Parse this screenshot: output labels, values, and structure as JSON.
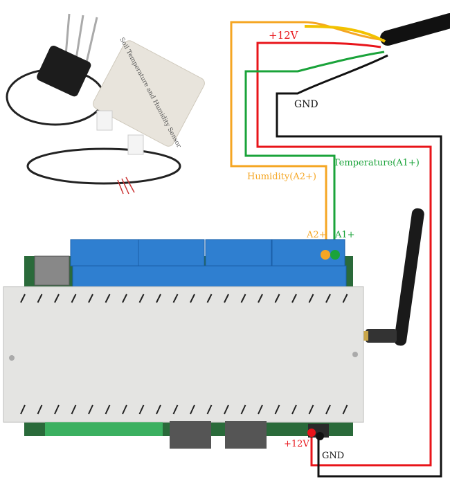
{
  "labels": {
    "plus12v_top": "+12V",
    "gnd_top": "GND",
    "temperature": "Temperature(A1+)",
    "humidity": "Humidity(A2+)",
    "a2": "A2+",
    "a1": "A1+",
    "plus12v_bottom": "+12V",
    "gnd_bottom": "GND"
  },
  "sensor_box_print": "Soil Temperature and Humidity Sensor",
  "colors": {
    "red": "#e8141a",
    "black": "#111111",
    "green": "#1aa33a",
    "orange": "#f5a623",
    "yellow": "#f2c200",
    "terminal_blue": "#2f7fd0",
    "enclosure": "#e4e4e2"
  }
}
